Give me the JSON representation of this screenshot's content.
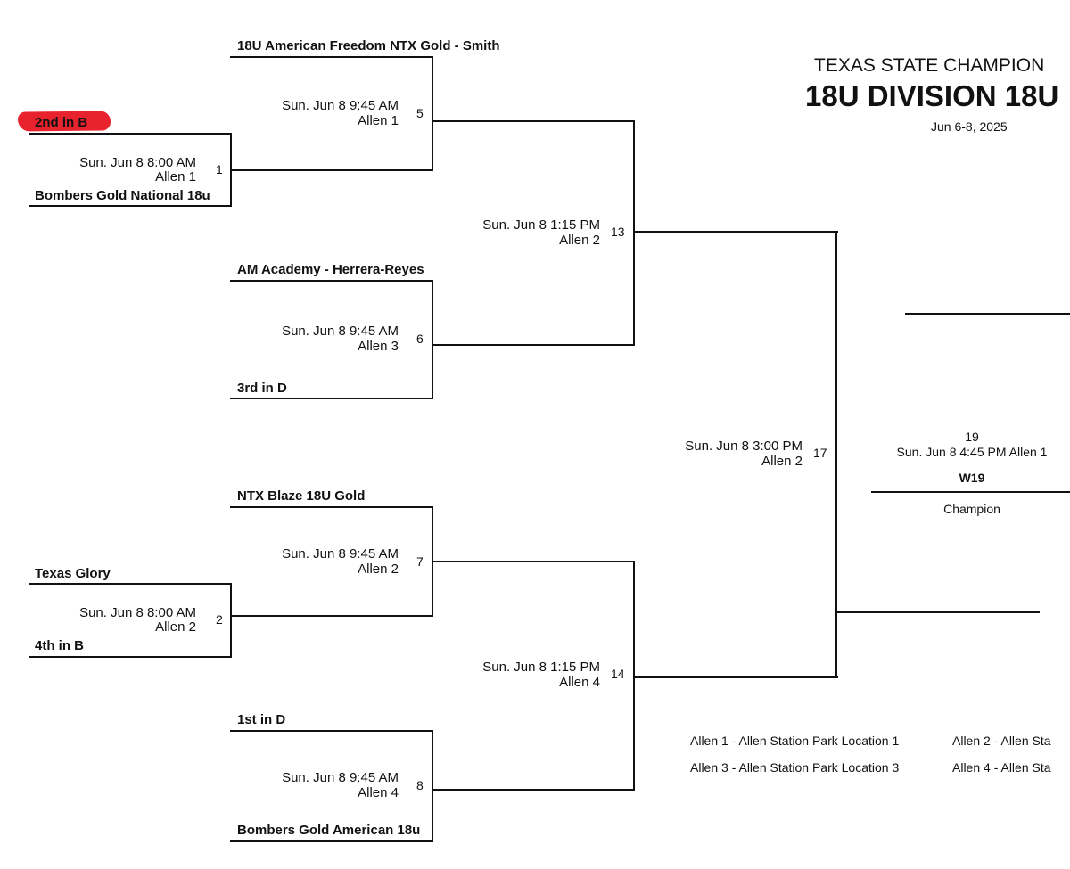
{
  "header": {
    "line1": "TEXAS STATE CHAMPION",
    "line2": "18U DIVISION 18U",
    "dates": "Jun 6-8, 2025"
  },
  "round1": {
    "g1": {
      "number": "1",
      "date": "Sun. Jun 8 8:00 AM",
      "field": "Allen 1",
      "top_team": "2nd in B",
      "bottom_team": "Bombers Gold National 18u"
    },
    "g2": {
      "number": "2",
      "date": "Sun. Jun 8 8:00 AM",
      "field": "Allen 2",
      "top_team": "Texas Glory",
      "bottom_team": "4th in B"
    }
  },
  "round2": {
    "g5": {
      "number": "5",
      "date": "Sun. Jun 8 9:45 AM",
      "field": "Allen 1",
      "top_team": "18U American Freedom NTX Gold - Smith"
    },
    "g6": {
      "number": "6",
      "date": "Sun. Jun 8 9:45 AM",
      "field": "Allen 3",
      "top_team": "AM Academy - Herrera-Reyes",
      "bottom_team": "3rd in D"
    },
    "g7": {
      "number": "7",
      "date": "Sun. Jun 8 9:45 AM",
      "field": "Allen 2",
      "top_team": "NTX Blaze 18U Gold"
    },
    "g8": {
      "number": "8",
      "date": "Sun. Jun 8 9:45 AM",
      "field": "Allen 4",
      "top_team": "1st in D",
      "bottom_team": "Bombers Gold American 18u"
    }
  },
  "round3": {
    "g13": {
      "number": "13",
      "date": "Sun. Jun 8 1:15 PM",
      "field": "Allen 2"
    },
    "g14": {
      "number": "14",
      "date": "Sun. Jun 8 1:15 PM",
      "field": "Allen 4"
    }
  },
  "round4": {
    "g17": {
      "number": "17",
      "date": "Sun. Jun 8 3:00 PM",
      "field": "Allen 2"
    }
  },
  "final": {
    "number": "19",
    "date_field": "Sun. Jun 8 4:45 PM Allen 1",
    "winner": "W19",
    "label": "Champion"
  },
  "legend": {
    "row1_a": "Allen 1 - Allen Station Park Location 1",
    "row1_b": "Allen 2 - Allen Sta",
    "row2_a": "Allen 3 - Allen Station Park Location 3",
    "row2_b": "Allen 4 - Allen Sta"
  },
  "colors": {
    "highlight": "#e8232d",
    "lines": "#111111"
  }
}
